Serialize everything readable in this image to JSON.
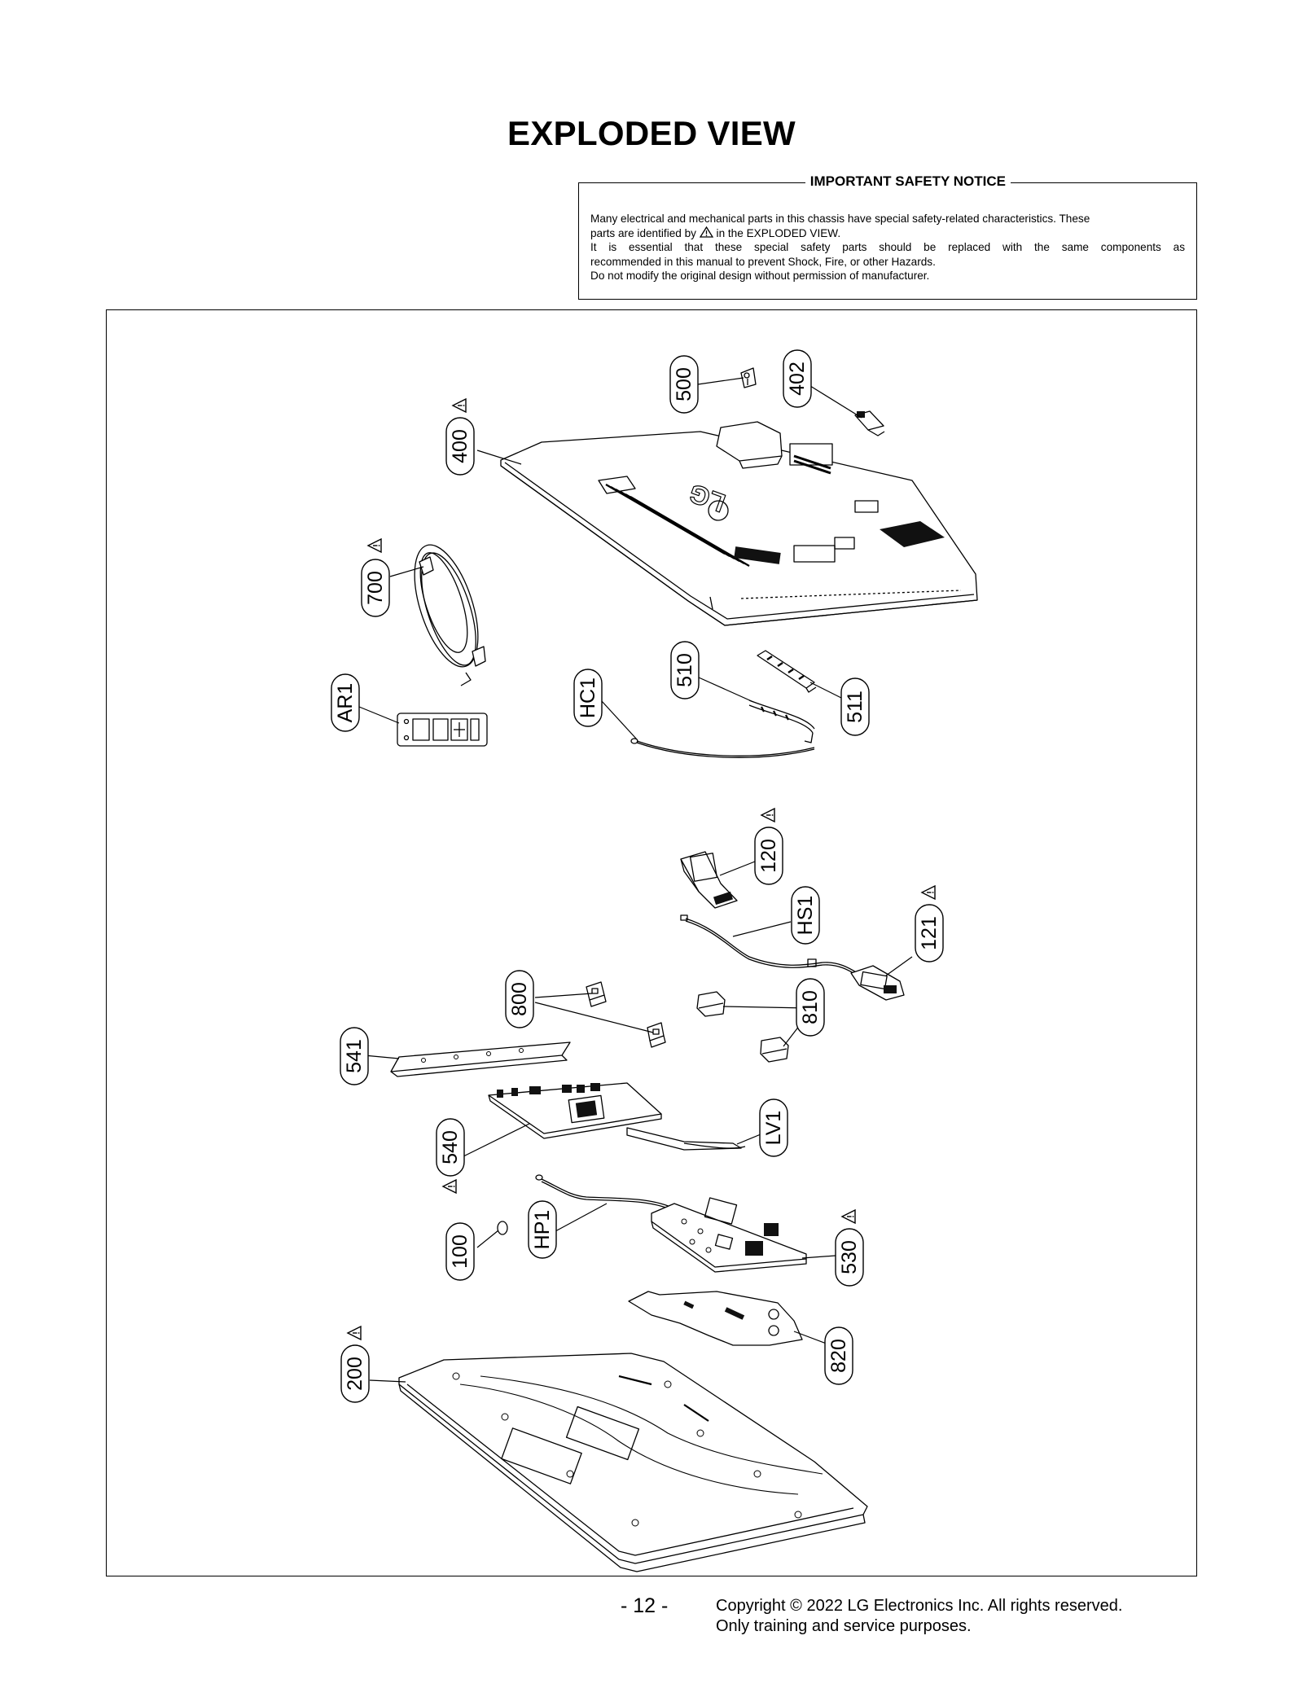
{
  "page": {
    "title": "EXPLODED VIEW"
  },
  "notice": {
    "title": "IMPORTANT SAFETY NOTICE",
    "line1": "Many electrical and mechanical parts in this chassis have special safety-related characteristics. These",
    "line2_pre": "parts are identified by",
    "line2_post": "in the EXPLODED VIEW.",
    "line3": "It is essential that these special safety parts should be replaced with the same components as",
    "line4": "recommended in this manual to prevent Shock, Fire, or other Hazards.",
    "line5": "Do not modify the original design without permission of manufacturer."
  },
  "diagram": {
    "safety_icon": "warning-triangle-icon",
    "callouts": [
      {
        "label": "500",
        "safety": false
      },
      {
        "label": "402",
        "safety": false
      },
      {
        "label": "400",
        "safety": true
      },
      {
        "label": "700",
        "safety": true
      },
      {
        "label": "AR1",
        "safety": false
      },
      {
        "label": "HC1",
        "safety": false
      },
      {
        "label": "510",
        "safety": false
      },
      {
        "label": "511",
        "safety": false
      },
      {
        "label": "120",
        "safety": true
      },
      {
        "label": "HS1",
        "safety": false
      },
      {
        "label": "121",
        "safety": true
      },
      {
        "label": "800",
        "safety": false
      },
      {
        "label": "810",
        "safety": false
      },
      {
        "label": "541",
        "safety": false
      },
      {
        "label": "540",
        "safety": true
      },
      {
        "label": "LV1",
        "safety": false
      },
      {
        "label": "100",
        "safety": false
      },
      {
        "label": "HP1",
        "safety": false
      },
      {
        "label": "530",
        "safety": true
      },
      {
        "label": "820",
        "safety": false
      },
      {
        "label": "200",
        "safety": true
      }
    ],
    "logo_text": "LG"
  },
  "footer": {
    "page_number": "- 12 -",
    "copyright": "Copyright © 2022 LG Electronics Inc. All rights reserved.",
    "usage": "Only training and service purposes."
  }
}
